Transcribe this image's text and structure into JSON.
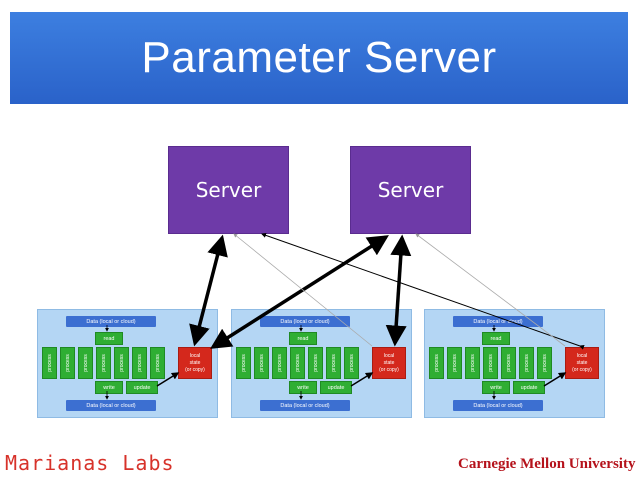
{
  "title": "Parameter Server",
  "servers": [
    {
      "label": "Server"
    },
    {
      "label": "Server"
    }
  ],
  "workers": [
    {
      "data_top": "Data (local or cloud)",
      "data_bottom": "Data (local or cloud)",
      "read": "read",
      "write": "write",
      "update": "update",
      "processes": [
        "process",
        "process",
        "process",
        "process",
        "process",
        "process",
        "process"
      ],
      "local_state": "local\nstate\n(or copy)"
    },
    {
      "data_top": "Data (local or cloud)",
      "data_bottom": "Data (local or cloud)",
      "read": "read",
      "write": "write",
      "update": "update",
      "processes": [
        "process",
        "process",
        "process",
        "process",
        "process",
        "process",
        "process"
      ],
      "local_state": "local\nstate\n(or copy)"
    },
    {
      "data_top": "Data (local or cloud)",
      "data_bottom": "Data (local or cloud)",
      "read": "read",
      "write": "write",
      "update": "update",
      "processes": [
        "process",
        "process",
        "process",
        "process",
        "process",
        "process",
        "process"
      ],
      "local_state": "local\nstate\n(or copy)"
    }
  ],
  "footer": {
    "left": "Marianas Labs",
    "right": "Carnegie Mellon University"
  },
  "colors": {
    "title_bg": "#2f6bd6",
    "server": "#6e3aa8",
    "worker_bg": "#b4d6f4",
    "process": "#2fae33",
    "data_bar": "#3c6fd1",
    "local_state": "#d4281c"
  }
}
